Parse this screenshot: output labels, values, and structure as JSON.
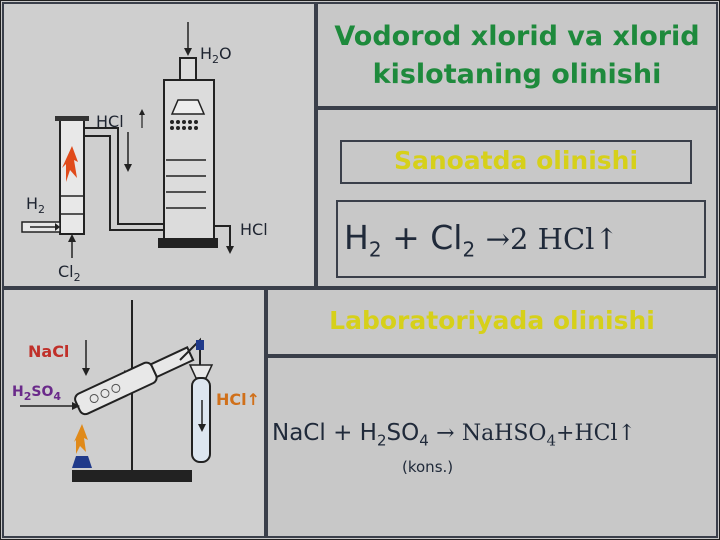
{
  "title": "Vodorod xlorid va xlorid kislotaning olinishi",
  "sections": {
    "industrial": {
      "heading": "Sanoatda olinishi",
      "equation": {
        "lhs_h": "H",
        "lhs_h_sub": "2",
        "plus": "+",
        "lhs_cl": "Cl",
        "lhs_cl_sub": "2",
        "arrow": "→",
        "rhs": "2 HCl↑"
      }
    },
    "laboratory": {
      "heading": "Laboratoriyada olinishi",
      "equation": {
        "nacl": "NaCl",
        "plus": "+",
        "h2so4": "H",
        "h2so4_sub": "2",
        "h2so4_mid": "SO",
        "h2so4_sub2": "4",
        "arrow": "→",
        "rhs": "NaHSO",
        "rhs_sub": "4",
        "rhs_tail": "+HCl↑"
      },
      "note": "(kons.)"
    }
  },
  "diagram_top_labels": {
    "h2o": "H",
    "h2o_sub": "2",
    "h2o_tail": "O",
    "hcl_up": "HCl",
    "h2": "H",
    "h2_sub": "2",
    "cl2": "Cl",
    "cl2_sub": "2",
    "hcl_out": "HCl"
  },
  "diagram_bottom_labels": {
    "nacl": "NaCl",
    "h2so4": "H",
    "h2so4_sub": "2",
    "h2so4_mid": "SO",
    "h2so4_sub2": "4",
    "hcl": "HCl↑"
  },
  "colors": {
    "title": "#1e8a3c",
    "heading": "#d6d01a",
    "text": "#202a3a",
    "nacl": "#c0302a",
    "h2so4": "#6a2a8a",
    "hcl_lab": "#d0701a"
  }
}
